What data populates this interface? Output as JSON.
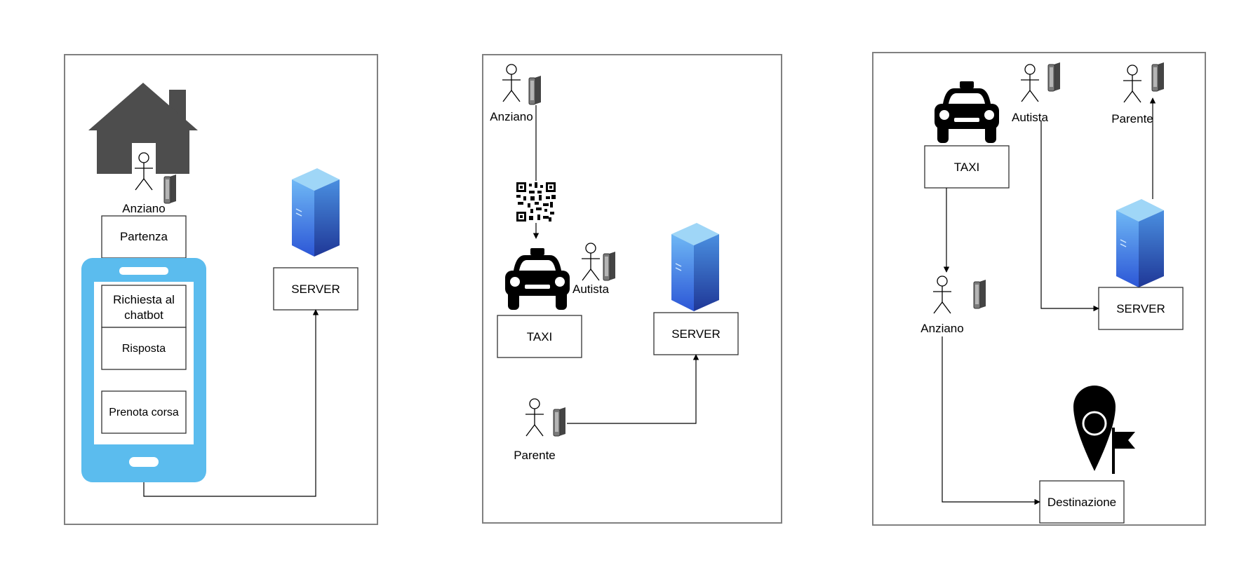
{
  "colors": {
    "frame": "#808080",
    "phone_body": "#5bbcee",
    "house": "#4d4d4d",
    "icon_dark": "#000000",
    "server_top": "#8fd0f5",
    "server_front": "#3b76d8",
    "server_side": "#2a4aa8",
    "device": "#7a7a7a"
  },
  "panel1": {
    "person_label": "Anziano",
    "departure_label": "Partenza",
    "chatbot_label_line1": "Richiesta al",
    "chatbot_label_line2": "chatbot",
    "response_label": "Risposta",
    "book_label": "Prenota corsa",
    "server_label": "SERVER",
    "icons": [
      "house-icon",
      "stickman-icon",
      "mobile-phone-icon",
      "smartphone-icon",
      "server-icon"
    ]
  },
  "panel2": {
    "elder_label": "Anziano",
    "driver_label": "Autista",
    "taxi_label": "TAXI",
    "server_label": "SERVER",
    "relative_label": "Parente",
    "icons": [
      "stickman-icon",
      "qr-code-icon",
      "taxi-icon",
      "server-icon",
      "mobile-phone-icon"
    ]
  },
  "panel3": {
    "taxi_label": "TAXI",
    "driver_label": "Autista",
    "relative_label": "Parente",
    "elder_label": "Anziano",
    "server_label": "SERVER",
    "destination_label": "Destinazione",
    "icons": [
      "taxi-icon",
      "stickman-icon",
      "mobile-phone-icon",
      "server-icon",
      "location-flag-icon"
    ]
  }
}
